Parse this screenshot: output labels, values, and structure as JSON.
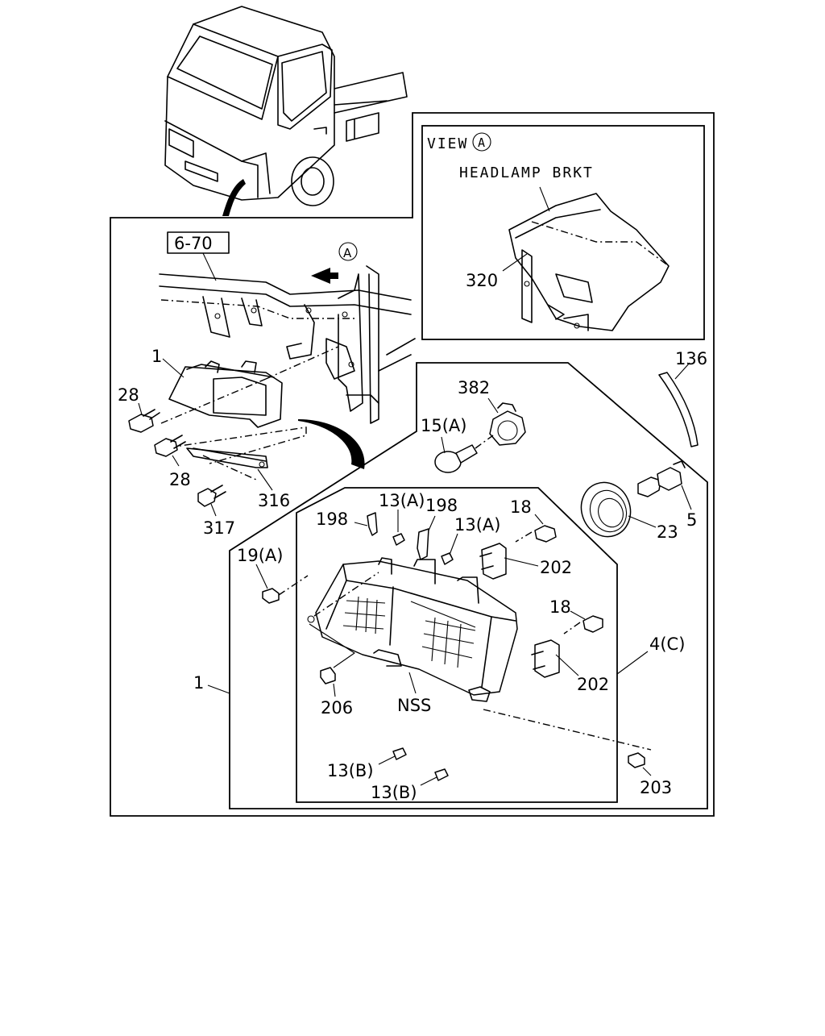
{
  "view_header": {
    "view_text": "VIEW",
    "view_letter": "A",
    "bracket_label": "HEADLAMP BRKT"
  },
  "ref_box": "6-70",
  "arrow_letter": "A",
  "callouts": {
    "p320": "320",
    "p1_upper": "1",
    "p28_upper": "28",
    "p28_lower": "28",
    "p316": "316",
    "p317": "317",
    "p136": "136",
    "p382": "382",
    "p15a": "15(A)",
    "p5": "5",
    "p23": "23",
    "p198_left": "198",
    "p13a_left": "13(A)",
    "p198_right": "198",
    "p13a_right": "13(A)",
    "p18_upper": "18",
    "p202_upper": "202",
    "p19a": "19(A)",
    "p18_lower": "18",
    "p4c": "4(C)",
    "p202_lower": "202",
    "p1_lower": "1",
    "p206": "206",
    "nss": "NSS",
    "p13b_upper": "13(B)",
    "p13b_lower": "13(B)",
    "p203": "203"
  }
}
